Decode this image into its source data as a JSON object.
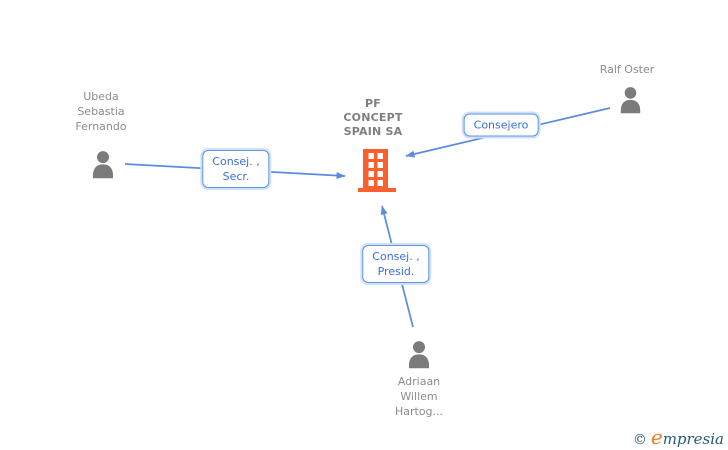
{
  "colors": {
    "canvas_bg": "#ffffff",
    "edge": "#5b8ce0",
    "label_text": "#3a6fd8",
    "label_border": "#5e96e8",
    "label_glow": "#cfe0f7",
    "node_text": "#8c8c8c",
    "company_text": "#7f7f7f",
    "person_icon": "#7b7b7b",
    "building": "#fa5f2e",
    "brand_navy": "#265a78",
    "brand_orange": "#ee7d23"
  },
  "company": {
    "name": "PF CONCEPT SPAIN SA",
    "lines": [
      "PF",
      "CONCEPT",
      "SPAIN SA"
    ]
  },
  "people": [
    {
      "name": "Ubeda Sebastia Fernando",
      "lines": [
        "Ubeda",
        "Sebastia",
        "Fernando"
      ]
    },
    {
      "name": "Ralf Oster",
      "lines": [
        "Ralf Oster"
      ]
    },
    {
      "name": "Adriaan Willem Hartog...",
      "lines": [
        "Adriaan",
        "Willem",
        "Hartog..."
      ]
    }
  ],
  "edges": [
    {
      "from": "Ubeda Sebastia Fernando",
      "to": "PF CONCEPT SPAIN SA",
      "label_lines": [
        "Consej. ,",
        "Secr."
      ]
    },
    {
      "from": "Ralf Oster",
      "to": "PF CONCEPT SPAIN SA",
      "label_lines": [
        "Consejero"
      ]
    },
    {
      "from": "Adriaan Willem Hartog...",
      "to": "PF CONCEPT SPAIN SA",
      "label_lines": [
        "Consej. ,",
        "Presid."
      ]
    }
  ],
  "footer": {
    "copyright_symbol": "©",
    "brand_first_letter": "e",
    "brand_rest": "mpresia"
  }
}
